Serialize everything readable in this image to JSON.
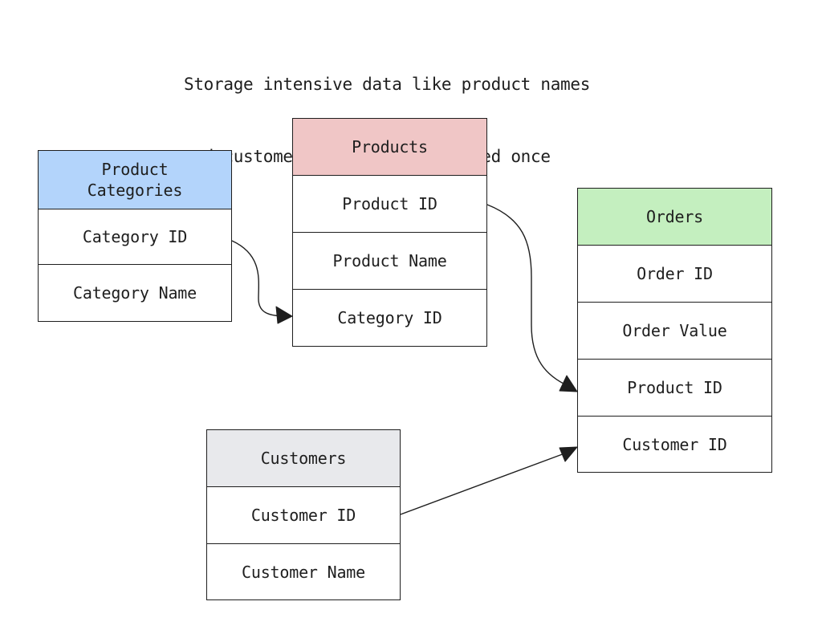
{
  "caption": {
    "line1": "Storage intensive data like product names",
    "line2": "and customer name strings stored once"
  },
  "entities": {
    "product_categories": {
      "title": "Product\nCategories",
      "header_color": "#b3d4fb",
      "fields": [
        "Category ID",
        "Category Name"
      ]
    },
    "products": {
      "title": "Products",
      "header_color": "#f0c6c6",
      "fields": [
        "Product ID",
        "Product Name",
        "Category ID"
      ]
    },
    "orders": {
      "title": "Orders",
      "header_color": "#c4efbf",
      "fields": [
        "Order ID",
        "Order Value",
        "Product ID",
        "Customer ID"
      ]
    },
    "customers": {
      "title": "Customers",
      "header_color": "#e8e9ec",
      "fields": [
        "Customer ID",
        "Customer Name"
      ]
    }
  },
  "relationships": [
    {
      "from": "Product Categories.Category ID",
      "to": "Products.Category ID"
    },
    {
      "from": "Products.Product ID",
      "to": "Orders.Product ID"
    },
    {
      "from": "Customers.Customer ID",
      "to": "Orders.Customer ID"
    }
  ]
}
